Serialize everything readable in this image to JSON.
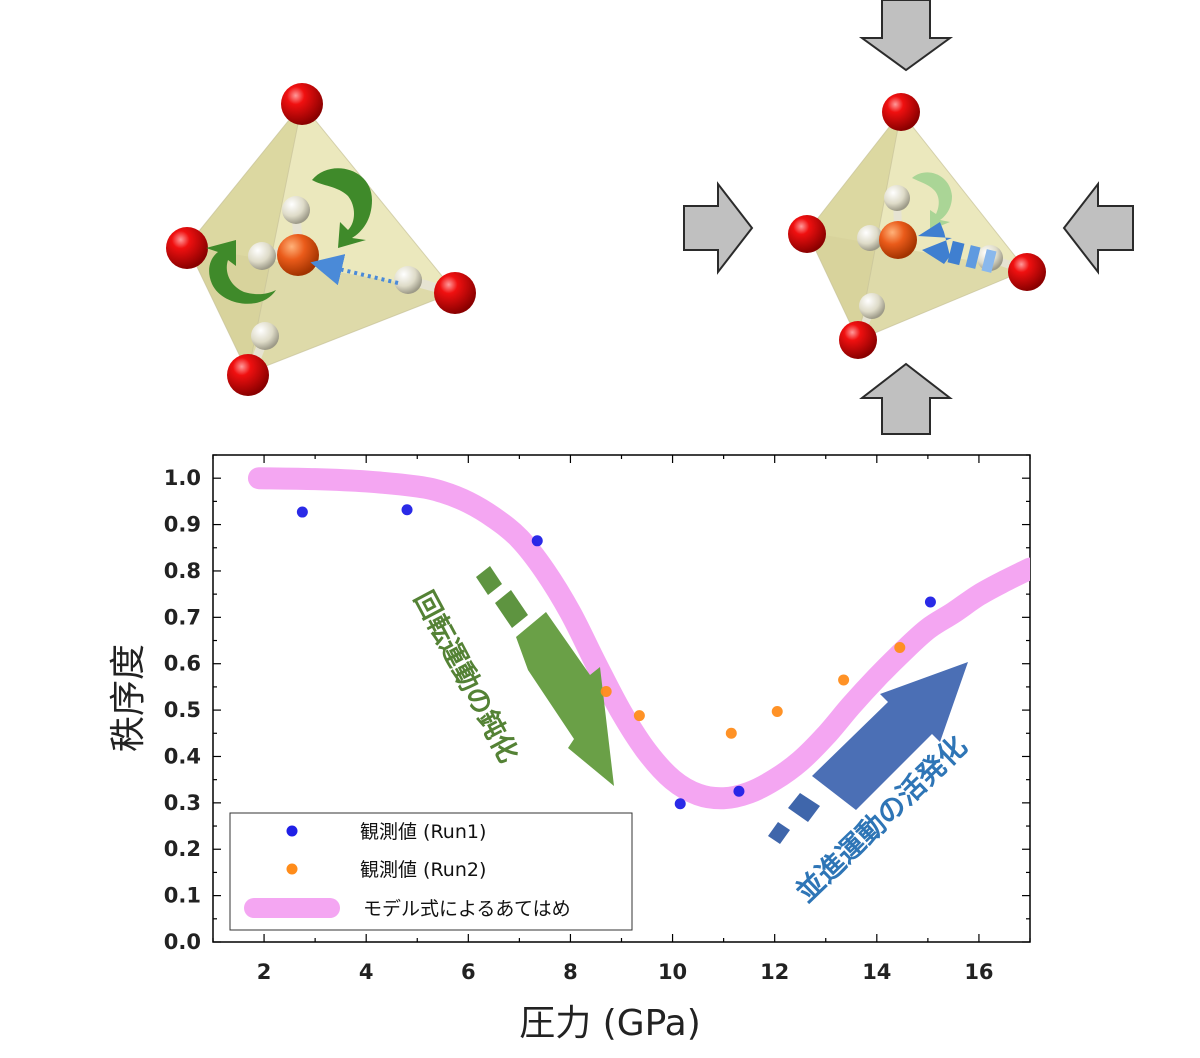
{
  "chart_data": {
    "type": "scatter",
    "xlabel": "圧力 (GPa)",
    "ylabel": "秩序度",
    "xlim": [
      1,
      17
    ],
    "ylim": [
      0,
      1.05
    ],
    "xticks": [
      2,
      4,
      6,
      8,
      10,
      12,
      14,
      16
    ],
    "xtick_labels": [
      "2",
      "4",
      "6",
      "8",
      "10",
      "12",
      "14",
      "16"
    ],
    "yticks": [
      0.0,
      0.1,
      0.2,
      0.3,
      0.4,
      0.5,
      0.6,
      0.7,
      0.8,
      0.9,
      1.0
    ],
    "ytick_labels": [
      "0.0",
      "0.1",
      "0.2",
      "0.3",
      "0.4",
      "0.5",
      "0.6",
      "0.7",
      "0.8",
      "0.9",
      "1.0"
    ],
    "legend_position": "bottom-left",
    "series": [
      {
        "name": "観測値 (Run1)",
        "kind": "scatter",
        "color": "#1f1fe6",
        "x": [
          2.75,
          4.8,
          7.35,
          10.15,
          11.3,
          15.05
        ],
        "y": [
          0.927,
          0.932,
          0.865,
          0.298,
          0.325,
          0.733
        ]
      },
      {
        "name": "観測値 (Run2)",
        "kind": "scatter",
        "color": "#ff8c1a",
        "x": [
          8.7,
          9.35,
          11.15,
          12.05,
          13.35,
          14.45
        ],
        "y": [
          0.54,
          0.488,
          0.45,
          0.497,
          0.565,
          0.635
        ]
      },
      {
        "name": "モデル式によるあてはめ",
        "kind": "line",
        "color": "#f4a6f2",
        "x": [
          1.9,
          3,
          4,
          5,
          5.5,
          6,
          6.5,
          7,
          7.5,
          8,
          8.5,
          9,
          9.5,
          10,
          10.5,
          11,
          11.5,
          12,
          12.5,
          13,
          13.5,
          14,
          14.5,
          15,
          15.5,
          16,
          16.5,
          17
        ],
        "y": [
          1.0,
          0.998,
          0.993,
          0.982,
          0.97,
          0.948,
          0.915,
          0.87,
          0.8,
          0.71,
          0.6,
          0.495,
          0.41,
          0.35,
          0.318,
          0.31,
          0.322,
          0.35,
          0.39,
          0.445,
          0.51,
          0.57,
          0.625,
          0.675,
          0.71,
          0.748,
          0.778,
          0.805
        ]
      }
    ],
    "annotations": [
      {
        "text": "回転運動の鈍化",
        "color": "#548235"
      },
      {
        "text": "並進運動の活発化",
        "color": "#2e75b6"
      }
    ]
  },
  "colors": {
    "tetrahedron": "#e8e3ad",
    "oxygen": "#e00000",
    "hydrogen": "#e8e6d8",
    "rotation_arrow": "#3f8a2a",
    "translation_arrow": "#3f7fd0",
    "pressure_arrow": "#c0c0c0"
  },
  "icons": {
    "left_structure": "water-molecule-in-tetrahedron-icon",
    "right_structure": "compressed-water-molecule-in-tetrahedron-icon",
    "pressure": "pressure-arrow-icon"
  }
}
